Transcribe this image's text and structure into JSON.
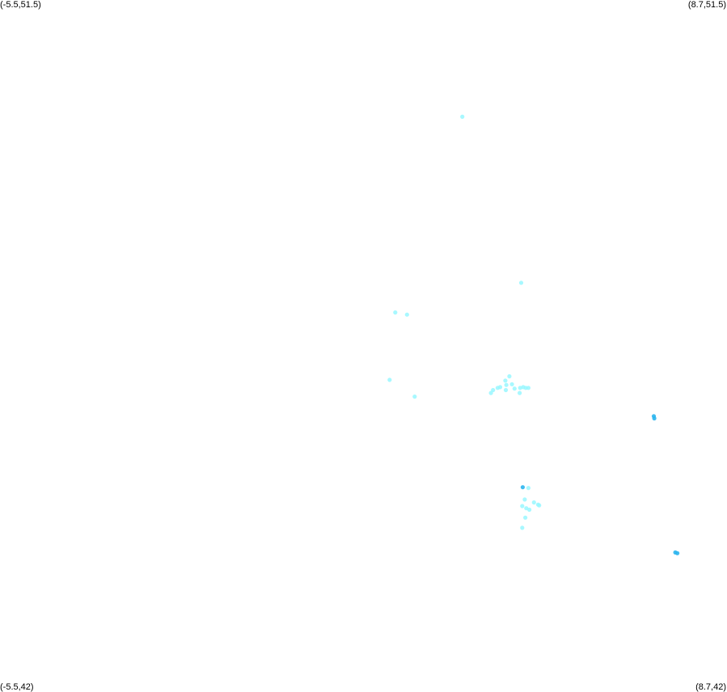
{
  "corners": {
    "top_left": "(-5.5,51.5)",
    "top_right": "(8.7,51.5)",
    "bottom_left": "(-5.5,42)",
    "bottom_right": "(8.7,42)"
  },
  "colors": {
    "light_point": "#99f7ff",
    "dark_point": "#2bb5ee",
    "background": "#ffffff"
  },
  "chart_data": {
    "type": "scatter",
    "x_axis": {
      "min": -5.5,
      "max": 8.7,
      "unit": "longitude"
    },
    "y_axis": {
      "min": 42,
      "max": 51.5,
      "unit": "latitude"
    },
    "series": [
      {
        "tone": "light",
        "points": [
          [
            3.53,
            49.89
          ],
          [
            4.68,
            47.6
          ],
          [
            2.22,
            47.19
          ],
          [
            2.45,
            47.16
          ],
          [
            2.11,
            46.26
          ],
          [
            2.6,
            46.03
          ],
          [
            4.09,
            46.08
          ],
          [
            4.13,
            46.12
          ],
          [
            4.22,
            46.15
          ],
          [
            4.27,
            46.16
          ],
          [
            4.37,
            46.25
          ],
          [
            4.45,
            46.31
          ],
          [
            4.38,
            46.12
          ],
          [
            4.55,
            46.14
          ],
          [
            4.65,
            46.08
          ],
          [
            4.72,
            46.16
          ],
          [
            4.77,
            46.15
          ],
          [
            4.82,
            46.15
          ],
          [
            4.39,
            46.19
          ],
          [
            4.5,
            46.2
          ],
          [
            4.66,
            46.15
          ],
          [
            4.82,
            44.77
          ],
          [
            4.75,
            44.61
          ],
          [
            4.7,
            44.52
          ],
          [
            4.78,
            44.49
          ],
          [
            4.84,
            44.47
          ],
          [
            4.93,
            44.57
          ],
          [
            5.01,
            44.54
          ],
          [
            5.03,
            44.53
          ],
          [
            4.76,
            44.36
          ],
          [
            4.7,
            44.22
          ]
        ]
      },
      {
        "tone": "dark",
        "points": [
          [
            4.71,
            44.78
          ],
          [
            7.27,
            45.76
          ],
          [
            7.28,
            45.73
          ],
          [
            7.69,
            43.88
          ],
          [
            7.73,
            43.87
          ]
        ]
      }
    ]
  }
}
